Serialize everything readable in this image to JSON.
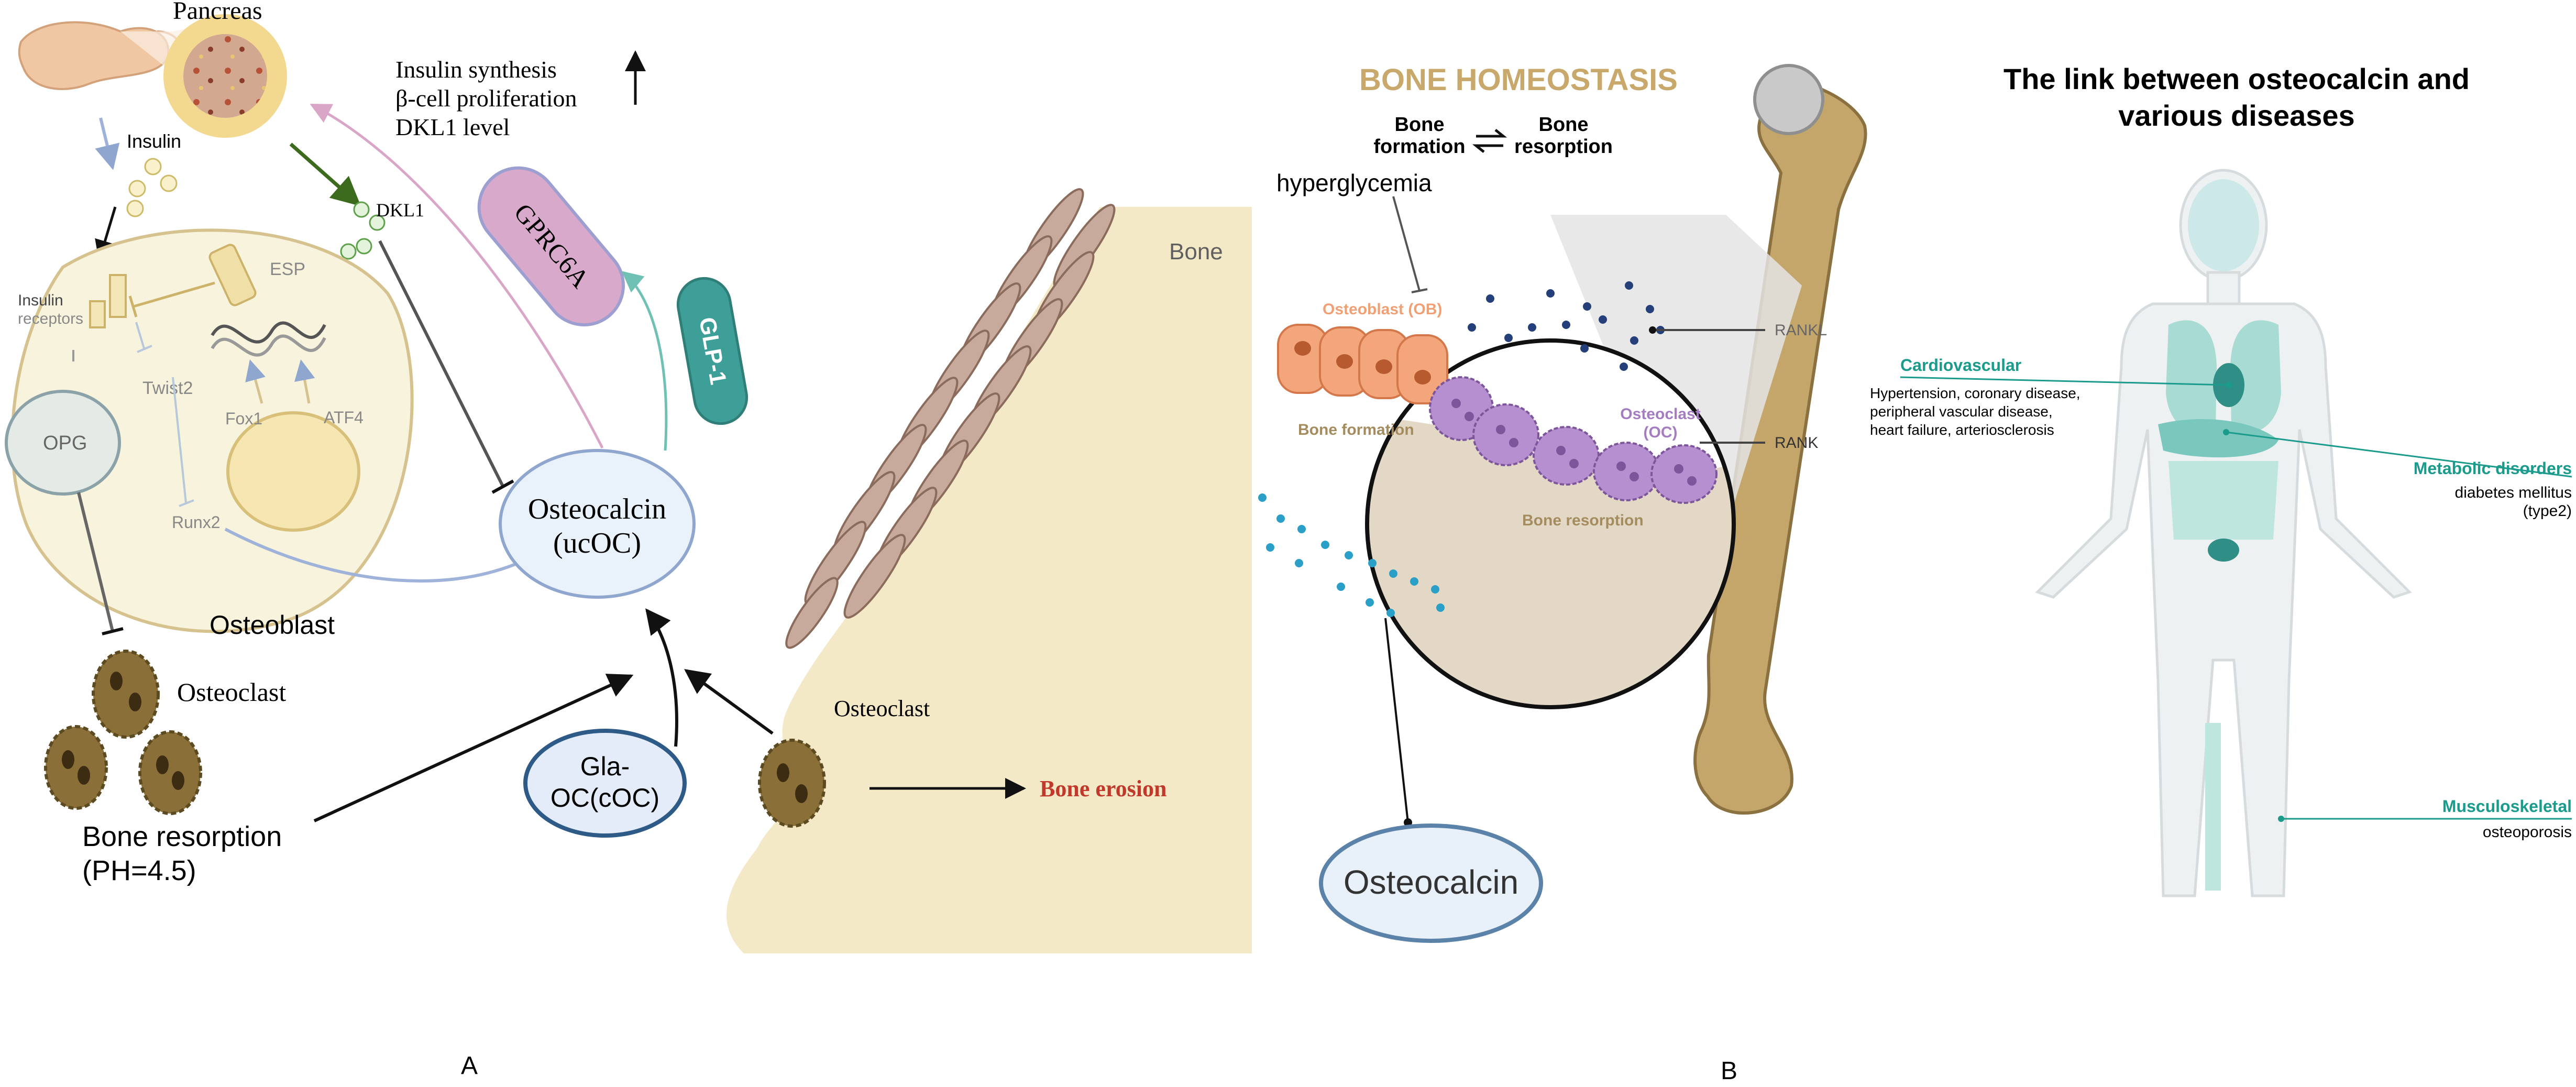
{
  "panel_a": {
    "panel_label": "A",
    "pancreas": "Pancreas",
    "insulin_effects": [
      "Insulin  synthesis",
      "β-cell proliferation",
      "DKL1 level"
    ],
    "insulin": "Insulin",
    "dkl1": "DKL1",
    "esp": "ESP",
    "insulin_receptors": [
      "Insulin",
      "receptors"
    ],
    "twist2": "Twist2",
    "fox1": "Fox1",
    "atf4": "ATF4",
    "opg": "OPG",
    "runx2": "Runx2",
    "osteoblast": "Osteoblast",
    "osteoclast_left": "Osteoclast",
    "bone_resorption": [
      "Bone resorption",
      "(PH=4.5)"
    ],
    "gprc6a": "GPRC6A",
    "glp1": "GLP-1",
    "osteocalcin_ucoc": [
      "Osteocalcin",
      "(ucOC)"
    ],
    "gla_oc": [
      "Gla-",
      "OC(cOC)"
    ],
    "bone": "Bone",
    "osteoclast_bone": "Osteoclast",
    "bone_erosion": "Bone erosion"
  },
  "panel_b": {
    "panel_label": "B",
    "bone_homeostasis": "BONE HOMEOSTASIS",
    "bone_formation": [
      "Bone",
      "formation"
    ],
    "bone_resorption": [
      "Bone",
      "resorption"
    ],
    "hyperglycemia": "hyperglycemia",
    "osteoblast_ob": "Osteoblast (OB)",
    "osteoclast_oc": [
      "Osteoclast",
      "(OC)"
    ],
    "rankl": "RANKL",
    "rank": "RANK",
    "bone_formation_label": "Bone formation",
    "bone_resorption_label": "Bone resorption",
    "osteocalcin": "Osteocalcin",
    "title": [
      "The link between osteocalcin and",
      "various diseases"
    ],
    "cardiovascular": {
      "name": "Cardiovascular",
      "details": [
        "Hypertension, coronary disease,",
        "peripheral vascular disease,",
        "heart failure, arteriosclerosis"
      ]
    },
    "metabolic": {
      "name": "Metabolic disorders",
      "details": [
        "diabetes mellitus",
        "(type2)"
      ]
    },
    "musculoskeletal": {
      "name": "Musculoskeletal",
      "details": [
        "osteoporosis"
      ]
    }
  },
  "colors": {
    "bone_tan": "#f4e9c7",
    "osteoblast_cell": "#f8f3dc",
    "osteoblast_border": "#d6c28e",
    "osteocalcin_fill": "#e9f1fb",
    "osteocalcin_border": "#8fa6cf",
    "gla_fill": "#e3ecf8",
    "gla_border": "#2e5a88",
    "gprc6a_fill": "#d8a9cb",
    "gprc6a_border": "#9d9fd1",
    "glp1_fill": "#3d9f97",
    "erosion_red": "#c0392b",
    "homeostasis_gold": "#c8a86b",
    "teal": "#1a9b8c",
    "ob_orange": "#f0a074",
    "oc_purple": "#a57cc1",
    "osteoclast_brown": "#8a6f38"
  }
}
